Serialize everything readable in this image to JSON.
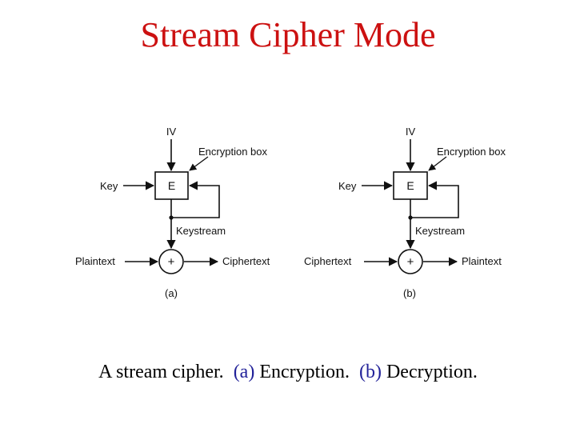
{
  "title": "Stream Cipher Mode",
  "colors": {
    "title": "#cc1111",
    "caption_ref": "#222299",
    "ink": "#111111"
  },
  "diagram_a": {
    "iv": "IV",
    "encryption_box_label": "Encryption box",
    "box": "E",
    "key": "Key",
    "keystream": "Keystream",
    "xor": "+",
    "input": "Plaintext",
    "output": "Ciphertext",
    "tag": "(a)"
  },
  "diagram_b": {
    "iv": "IV",
    "encryption_box_label": "Encryption box",
    "box": "E",
    "key": "Key",
    "keystream": "Keystream",
    "xor": "+",
    "input": "Ciphertext",
    "output": "Plaintext",
    "tag": "(b)"
  },
  "caption": {
    "lead": "A stream cipher.",
    "ref_a": "(a)",
    "text_a": "Encryption.",
    "ref_b": "(b)",
    "text_b": "Decryption."
  }
}
